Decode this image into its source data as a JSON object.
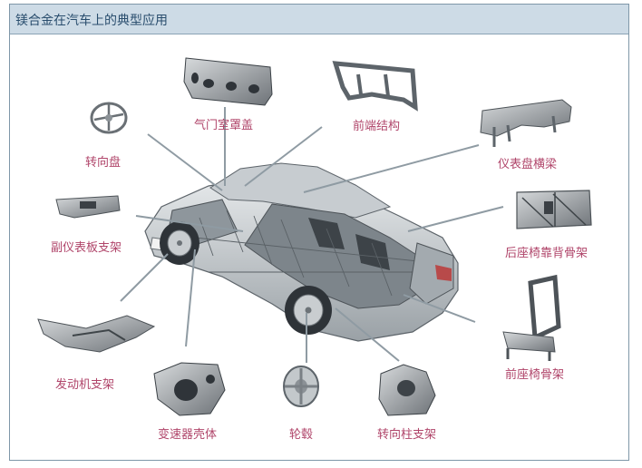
{
  "title": "镁合金在汽车上的典型应用",
  "labels": {
    "steering_wheel": "转向盘",
    "valve_cover": "气门室罩盖",
    "front_end": "前端结构",
    "instrument_beam": "仪表盘横梁",
    "sub_instrument_bracket": "副仪表板支架",
    "rear_seat_back_frame": "后座椅靠背骨架",
    "engine_bracket": "发动机支架",
    "front_seat_frame": "前座椅骨架",
    "gearbox_housing": "变速器壳体",
    "wheel_hub": "轮毂",
    "steering_column_bracket": "转向柱支架"
  },
  "colors": {
    "title_bar": "#cddbe6",
    "title_text": "#2a4e6e",
    "label_text": "#b0456a",
    "leader_line": "#8f9ba3",
    "frame_border": "#7f97a8"
  }
}
